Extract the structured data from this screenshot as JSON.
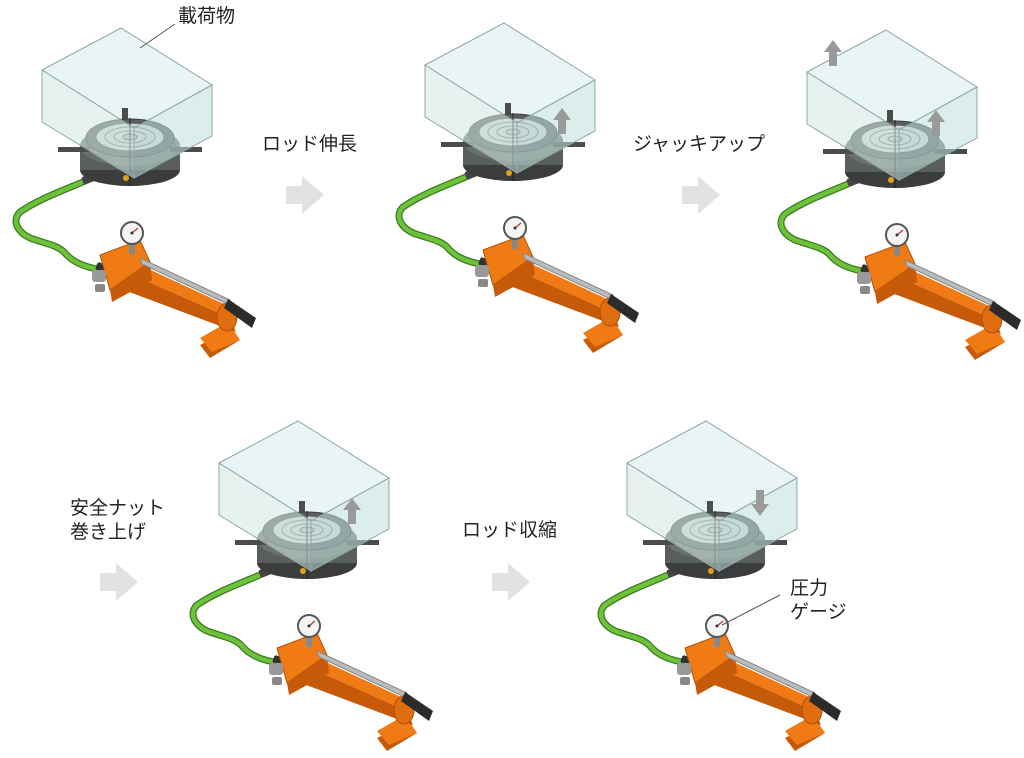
{
  "labels": {
    "load": "載荷物",
    "rod_extend": "ロッド伸長",
    "jack_up": "ジャッキアップ",
    "safety_nut_line1": "安全ナット",
    "safety_nut_line2": "巻き上げ",
    "rod_retract": "ロッド収縮",
    "gauge_line1": "圧力",
    "gauge_line2": "ゲージ"
  },
  "colors": {
    "box_fill": "#dff0ee",
    "box_edge": "#8fa9a7",
    "jack_body": "#5b5f5c",
    "jack_dark": "#3a3d3b",
    "ring_light": "#cfd3d0",
    "hose": "#6cc23a",
    "pump_orange": "#f07a14",
    "pump_orange_dark": "#c65a08",
    "handle_gray": "#b8bcbd",
    "grip_black": "#2b2b2b",
    "arrow_gray": "#9a9a9a",
    "flow_arrow": "#e2e2e2"
  },
  "icons": {
    "flow_arrow": "right-arrow-icon",
    "motion_up": "up-arrow-icon",
    "motion_down": "down-arrow-icon"
  }
}
